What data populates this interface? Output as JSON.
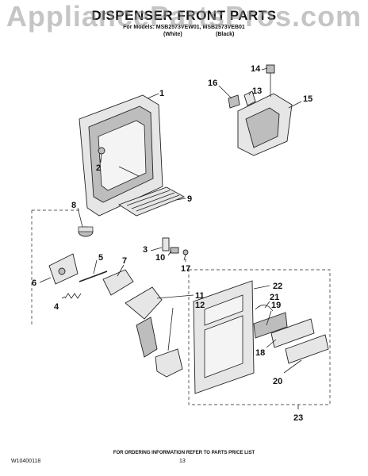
{
  "header": {
    "title": "DISPENSER FRONT PARTS",
    "model_line": "For Models: MSB2573VEW01, MSB2573VEB01",
    "variant_white": "(White)",
    "variant_black": "(Black)"
  },
  "watermark": "AppliancePartsPros.com",
  "callouts": [
    "1",
    "2",
    "3",
    "4",
    "5",
    "6",
    "7",
    "8",
    "9",
    "10",
    "11",
    "12",
    "13",
    "14",
    "15",
    "16",
    "17",
    "18",
    "19",
    "20",
    "21",
    "22",
    "23"
  ],
  "footer": {
    "note": "FOR ORDERING INFORMATION REFER TO PARTS PRICE LIST",
    "doc_id": "W10400118",
    "page_number": "13"
  }
}
